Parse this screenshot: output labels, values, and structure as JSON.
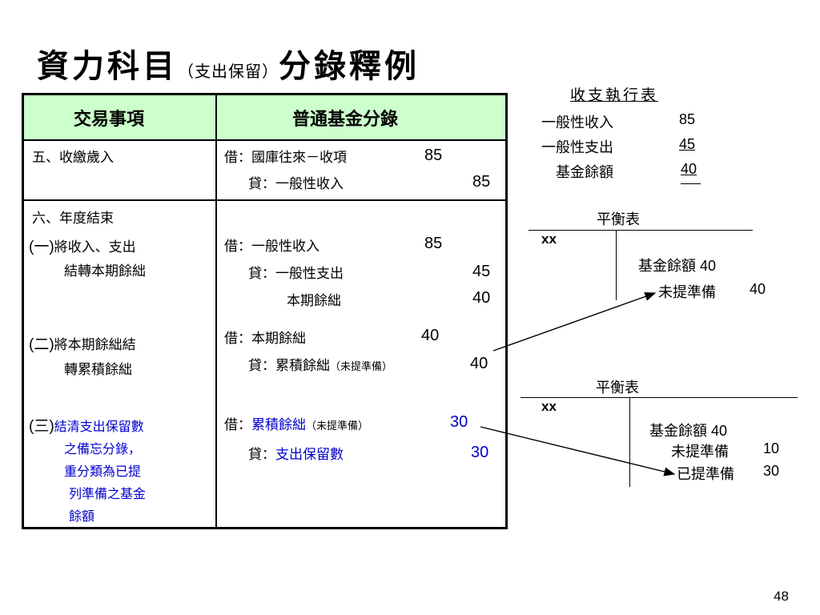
{
  "title": {
    "main": "資力科目",
    "sub": "（支出保留）",
    "tail": "分錄釋例"
  },
  "table": {
    "headers": [
      "交易事項",
      "普通基金分錄"
    ],
    "row5": {
      "event": "五、收繳歲入",
      "debit": "借：國庫往來－收項",
      "debit_amt": "85",
      "credit": "貸：一般性收入",
      "credit_amt": "85"
    },
    "row6": {
      "heading": "六、年度結束",
      "s1_label": "(一)",
      "s1_line1": "將收入、支出",
      "s1_line2": "結轉本期餘絀",
      "s1_debit": "借：一般性收入",
      "s1_debit_amt": "85",
      "s1_credit": "貸：一般性支出",
      "s1_credit_amt": "45",
      "s1_credit2": "本期餘絀",
      "s1_credit2_amt": "40",
      "s2_label": "(二)",
      "s2_line1": "將本期餘絀結",
      "s2_line2": "轉累積餘絀",
      "s2_debit": "借：本期餘絀",
      "s2_debit_amt": "40",
      "s2_credit": "貸：累積餘絀",
      "s2_credit_note": "（未提準備）",
      "s2_credit_amt": "40",
      "s3_label": "(三)",
      "s3_line1": "結清支出保留數",
      "s3_line2": "之備忘分錄，",
      "s3_line3": "重分類為已提",
      "s3_line4": "列準備之基金",
      "s3_line5": "餘額",
      "s3_debit_prefix": "借：",
      "s3_debit": "累積餘絀",
      "s3_debit_note": "（未提準備）",
      "s3_debit_amt": "30",
      "s3_credit_prefix": "貸：",
      "s3_credit": "支出保留數",
      "s3_credit_amt": "30"
    }
  },
  "exec_statement": {
    "title": "收支執行表",
    "rows": [
      {
        "label": "一般性收入",
        "value": "85"
      },
      {
        "label": "一般性支出",
        "value": "45"
      },
      {
        "label": "基金餘額",
        "value": "40"
      }
    ]
  },
  "balance1": {
    "title": "平衡表",
    "left": "xx",
    "line1": "基金餘額 40",
    "line2_label": "未提準備",
    "line2_value": "40"
  },
  "balance2": {
    "title": "平衡表",
    "left": "xx",
    "line1": "基金餘額 40",
    "line2_label": "未提準備",
    "line2_value": "10",
    "line3_label": "已提準備",
    "line3_value": "30"
  },
  "page_number": "48",
  "colors": {
    "header_bg": "#ccffcc",
    "highlight_text": "#0000cc"
  }
}
